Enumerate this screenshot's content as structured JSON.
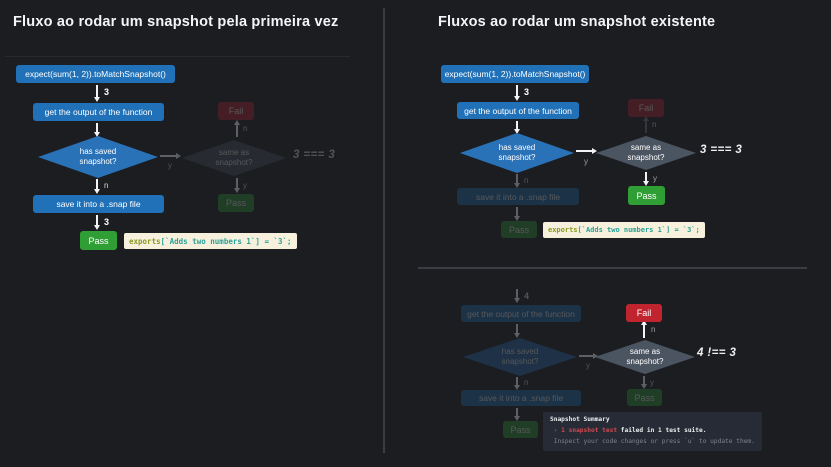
{
  "titles": {
    "left": "Fluxo ao rodar um snapshot pela primeira vez",
    "right": "Fluxos ao rodar um snapshot existente"
  },
  "nodes": {
    "expect": "expect(sum(1, 2)).toMatchSnapshot()",
    "get_output": "get the output of the function",
    "has_saved": "has saved snapshot?",
    "same_as": "same as snapshot?",
    "save_snap": "save it into a .snap file",
    "pass": "Pass",
    "fail": "Fail"
  },
  "edges": {
    "yes": "y",
    "no": "n",
    "three": "3",
    "four": "4"
  },
  "annotations": {
    "eq": "3 === 3",
    "neq": "4 !== 3"
  },
  "snippet": {
    "keyword": "exports",
    "rest": "[`Adds two numbers 1`] = `3`;"
  },
  "terminal": {
    "title": "Snapshot Summary",
    "fail_red": " › 1 snapshot test ",
    "fail_white": "failed in 1 test suite.",
    "hint": " Inspect your code changes or press `u` to update them."
  },
  "colors": {
    "background": "#1b1d21",
    "node_blue": "#2171b8",
    "diamond_blue": "#2a72b8",
    "diamond_gray": "#4b5562",
    "pass_green": "#2f9e35",
    "fail_red": "#c0242e",
    "snippet_bg": "#f7f0dc",
    "snippet_keyword": "#8a9a20",
    "snippet_value": "#2aa198",
    "terminal_bg": "#262b36",
    "terminal_red": "#d4484e"
  }
}
